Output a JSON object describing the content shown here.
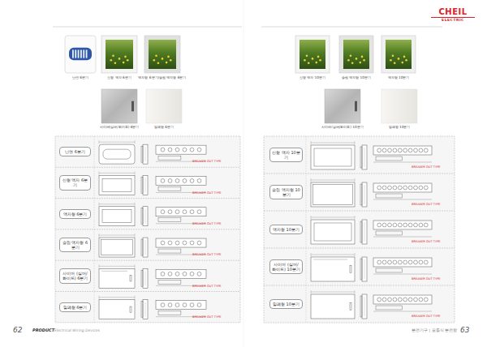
{
  "diagram": {
    "nodes": [
      {
        "text": [
          "난연 6분기"
        ]
      },
      {
        "text": [
          "신형 액자 6분기"
        ]
      },
      {
        "text": [
          "액자형 6분기"
        ]
      },
      {
        "text": [
          "슬림 액자형 6분기"
        ]
      },
      {
        "text": [
          "사이버 (실버/화이트) 6분기"
        ]
      },
      {
        "text": [
          "밀폐형 6분기"
        ]
      },
      {
        "text": [
          "신형 액자 10분기"
        ]
      },
      {
        "text": [
          "슬림 액자형 10분기"
        ]
      },
      {
        "text": [
          "액자형 10분기"
        ]
      },
      {
        "text": [
          "사이버 (실버/화이트) 10분기"
        ]
      },
      {
        "text": [
          "밀폐형 10분기"
        ]
      }
    ],
    "labels": [
      "CHEIL",
      "ELECTRIC",
      "난연 6분기",
      "신형 액자 6분기",
      "액자형 6분기/슬림 액자형 6분기",
      "사이버(실버/화이트) 6분기",
      "밀폐형 6분기",
      "신형 액자 10분기",
      "슬림 액자형 10분기",
      "액자형 10분기",
      "사이버(실버/화이트) 10분기",
      "밀폐형 10분기",
      "62",
      "PRODUCT",
      "Electrical Wiring Devices",
      "분전기구 | 모듈식 분전함",
      "63",
      "BREAKER OUT TYPE",
      "BREAKER OUT TYPE",
      "BREAKER OUT TYPE",
      "BREAKER OUT TYPE",
      "BREAKER OUT TYPE",
      "BREAKER OUT TYPE",
      "BREAKER OUT TYPE",
      "BREAKER OUT TYPE",
      "BREAKER OUT TYPE",
      "BREAKER OUT TYPE",
      "BREAKER OUT TYPE"
    ]
  }
}
